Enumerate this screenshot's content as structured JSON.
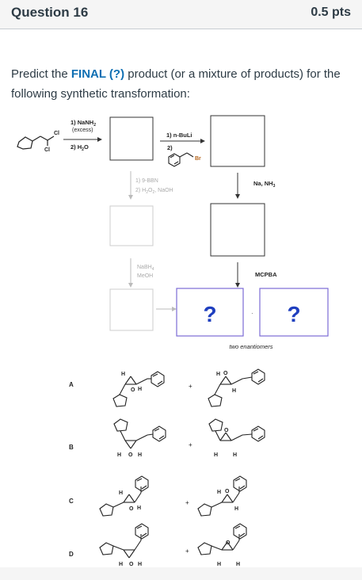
{
  "header": {
    "title": "Question 16",
    "points": "0.5 pts"
  },
  "prompt": {
    "before": "Predict the ",
    "highlight": "FINAL (?)",
    "after": " product (or a mixture of products) for the following synthetic transformation:"
  },
  "scheme": {
    "step1_reagent_1": "1) NaNH",
    "step1_reagent_1_sub": "2",
    "step1_reagent_1b": "(excess)",
    "step1_reagent_2": "2) H",
    "step1_reagent_2_sub": "2",
    "step1_reagent_2_end": "O",
    "cl_top": "Cl",
    "cl_bottom": "Cl",
    "step2_reagent_1": "1) n-BuLi",
    "step2_reagent_2": "2)",
    "br_label": "Br",
    "step3_reagent": "Na, NH",
    "step3_reagent_sub": "3",
    "faded_reagent_1": "1) 9-BBN",
    "faded_reagent_2": "2) H",
    "faded_reagent_2_mid": "O",
    "faded_reagent_2_end": ", NaOH",
    "faded_sub_2": "2",
    "faded_reagent_3": "NaBH",
    "faded_reagent_3_sub": "4",
    "faded_reagent_4": "MeOH",
    "step4_reagent": "MCPBA",
    "question_mark_1": "?",
    "question_mark_2": "?",
    "enantiomer_note": "two enantiomers"
  },
  "answers": [
    {
      "letter": "A"
    },
    {
      "letter": "B"
    },
    {
      "letter": "C"
    },
    {
      "letter": "D"
    }
  ],
  "labels": {
    "H": "H",
    "O": "O",
    "plus": "+"
  },
  "colors": {
    "accent": "#0f6fb3",
    "box_purple": "#7b6bd6",
    "faded": "#bfbfbf"
  }
}
